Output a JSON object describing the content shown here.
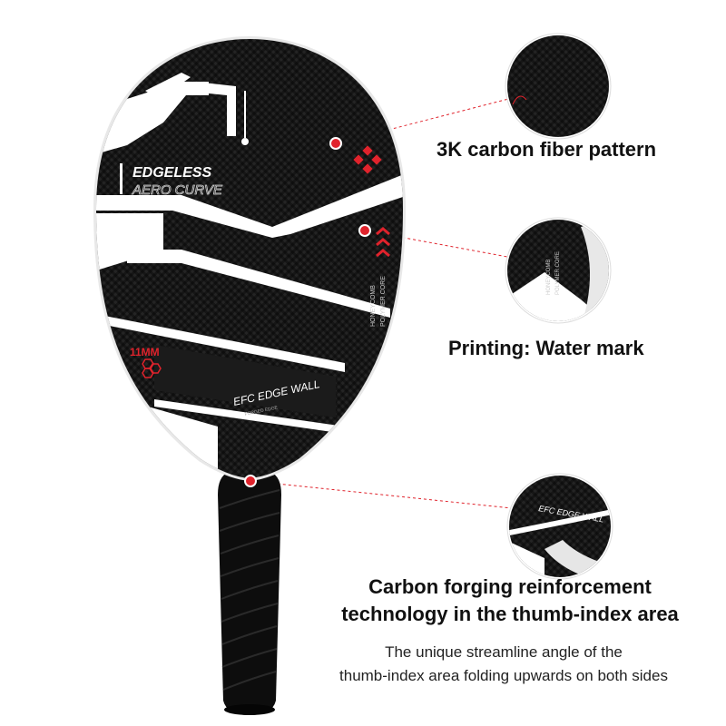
{
  "paddle": {
    "brand_line1": "EDGELESS",
    "brand_line2": "AERO CURVE",
    "thickness": "11MM",
    "core_line1": "HONEYCOMB",
    "core_line2": "POLYMER CORE",
    "edge_wall": "EFC EDGE WALL",
    "edge_sub": "FORGED EDGE"
  },
  "callouts": [
    {
      "title": "3K carbon fiber pattern"
    },
    {
      "title": "Printing: Water mark"
    },
    {
      "title_lines": [
        "Carbon forging reinforcement",
        "technology in the thumb-index area"
      ]
    }
  ],
  "description_lines": [
    "The unique streamline angle of the",
    "thumb-index area folding upwards on both sides"
  ],
  "colors": {
    "accent_red": "#e0232c",
    "carbon": "#141414",
    "white": "#ffffff",
    "grip": "#0d0d0d"
  }
}
